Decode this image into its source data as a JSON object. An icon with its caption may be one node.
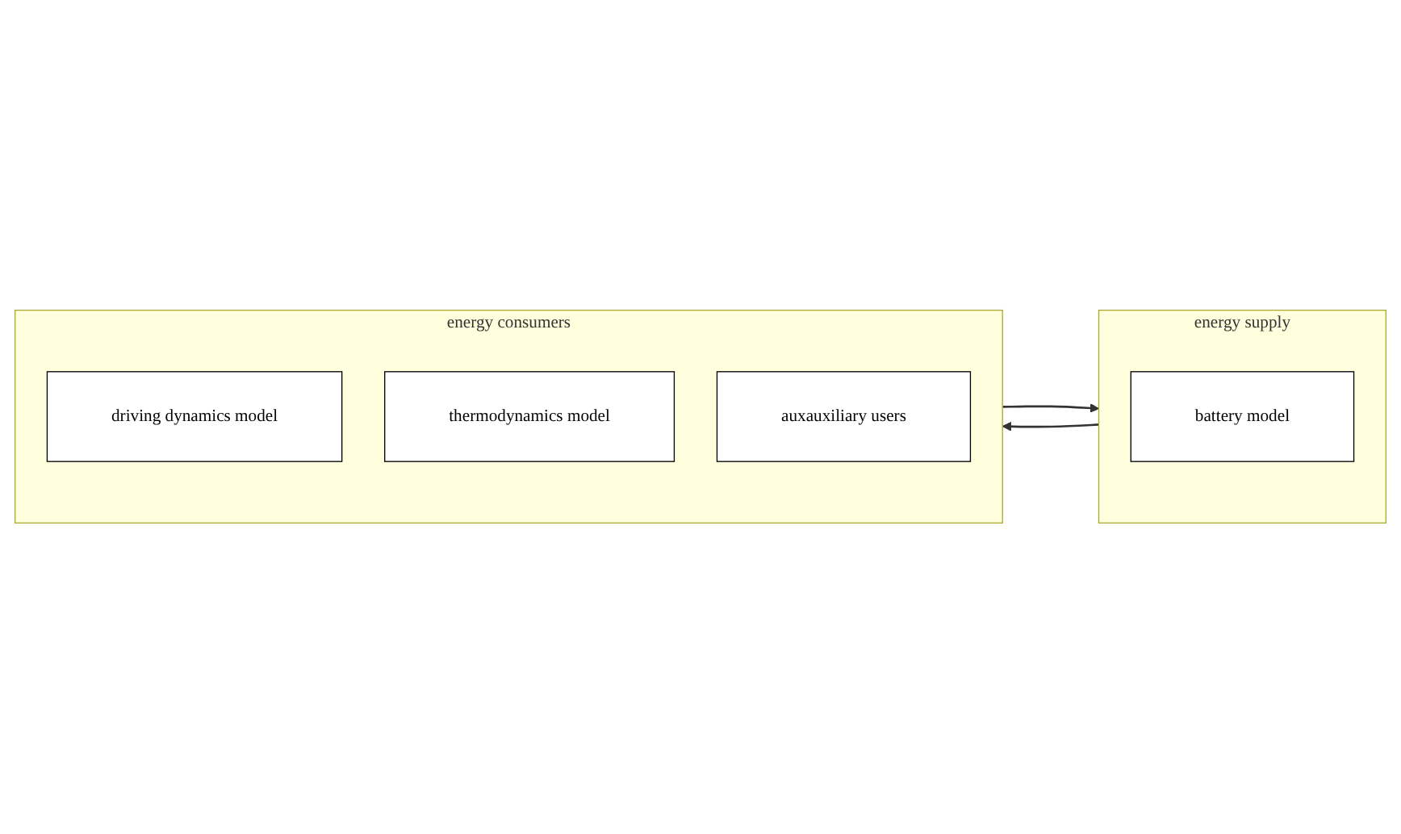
{
  "diagram": {
    "nodes": [
      {
        "text": [
          "energy supply"
        ]
      },
      {
        "text": [
          "battery model"
        ],
        "in": 0
      },
      {
        "text": [
          "energy consumers"
        ]
      },
      {
        "text": [
          "driving dynamics model"
        ],
        "in": 2
      },
      {
        "text": [
          "thermodynamics model"
        ],
        "in": 2
      },
      {
        "text": [
          "auxauxiliary users"
        ],
        "in": 2
      }
    ],
    "edges": [
      {
        "from": 0,
        "to": 2,
        "arrow": "to"
      },
      {
        "from": 2,
        "to": 0,
        "arrow": "to"
      }
    ]
  }
}
